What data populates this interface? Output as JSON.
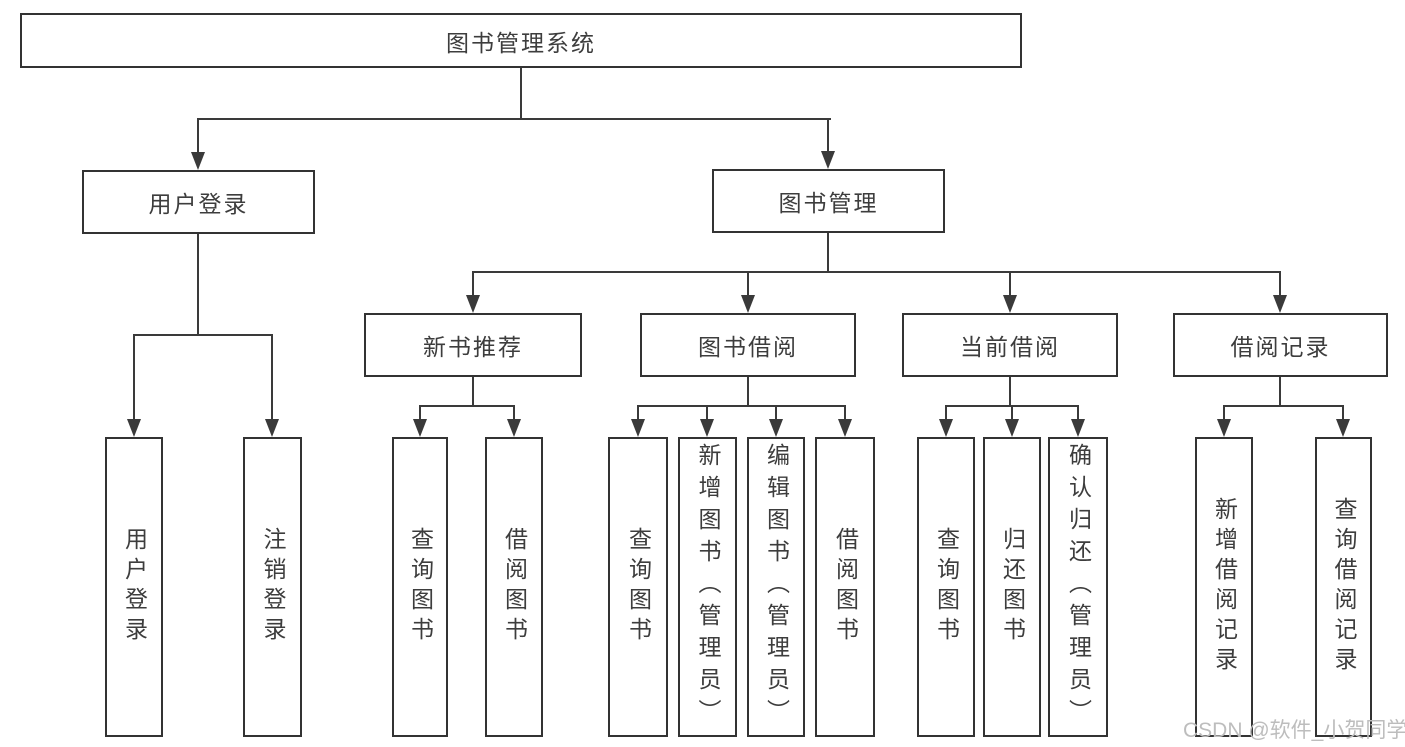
{
  "tree": {
    "label": "图书管理系统",
    "children": [
      {
        "label": "用户登录",
        "children": [
          {
            "label": "用户登录"
          },
          {
            "label": "注销登录"
          }
        ]
      },
      {
        "label": "图书管理",
        "children": [
          {
            "label": "新书推荐",
            "children": [
              {
                "label": "查询图书"
              },
              {
                "label": "借阅图书"
              }
            ]
          },
          {
            "label": "图书借阅",
            "children": [
              {
                "label": "查询图书"
              },
              {
                "label": "新增图书（管理员）"
              },
              {
                "label": "编辑图书（管理员）"
              },
              {
                "label": "借阅图书"
              }
            ]
          },
          {
            "label": "当前借阅",
            "children": [
              {
                "label": "查询图书"
              },
              {
                "label": "归还图书"
              },
              {
                "label": "确认归还（管理员）"
              }
            ]
          },
          {
            "label": "借阅记录",
            "children": [
              {
                "label": "新增借阅记录"
              },
              {
                "label": "查询借阅记录"
              }
            ]
          }
        ]
      }
    ]
  },
  "watermark": {
    "text": "CSDN @软件_小贺同学"
  },
  "colors": {
    "line": "#3a3a3a",
    "border": "#333333",
    "text": "#3d3d3d",
    "watermark": "#bdbdbd",
    "background": "#ffffff"
  }
}
